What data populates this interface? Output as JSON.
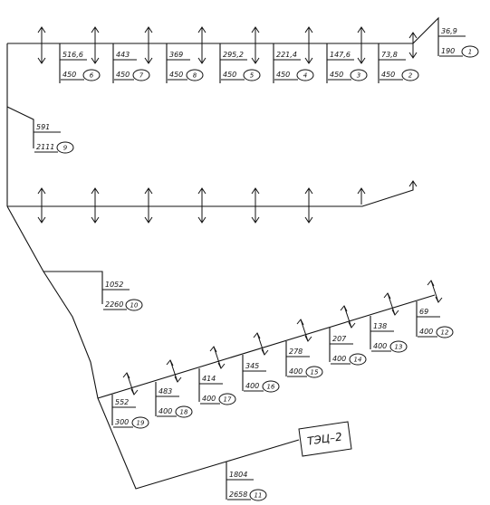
{
  "nodes": [
    {
      "top": "516,6",
      "bottom": "450",
      "num": "6"
    },
    {
      "top": "443",
      "bottom": "450",
      "num": "7"
    },
    {
      "top": "369",
      "bottom": "450",
      "num": "8"
    },
    {
      "top": "295,2",
      "bottom": "450",
      "num": "5"
    },
    {
      "top": "221,4",
      "bottom": "450",
      "num": "4"
    },
    {
      "top": "147,6",
      "bottom": "450",
      "num": "3"
    },
    {
      "top": "73,8",
      "bottom": "450",
      "num": "2"
    },
    {
      "top": "36,9",
      "bottom": "190",
      "num": "1"
    },
    {
      "top": "591",
      "bottom": "2111",
      "num": "9"
    },
    {
      "top": "1052",
      "bottom": "2260",
      "num": "10"
    },
    {
      "top": "552",
      "bottom": "300",
      "num": "19"
    },
    {
      "top": "483",
      "bottom": "400",
      "num": "18"
    },
    {
      "top": "414",
      "bottom": "400",
      "num": "17"
    },
    {
      "top": "345",
      "bottom": "400",
      "num": "16"
    },
    {
      "top": "278",
      "bottom": "400",
      "num": "15"
    },
    {
      "top": "207",
      "bottom": "400",
      "num": "14"
    },
    {
      "top": "138",
      "bottom": "400",
      "num": "13"
    },
    {
      "top": "69",
      "bottom": "400",
      "num": "12"
    },
    {
      "top": "1804",
      "bottom": "2658",
      "num": "11"
    }
  ],
  "station": {
    "label": "ТЭЦ–2"
  }
}
